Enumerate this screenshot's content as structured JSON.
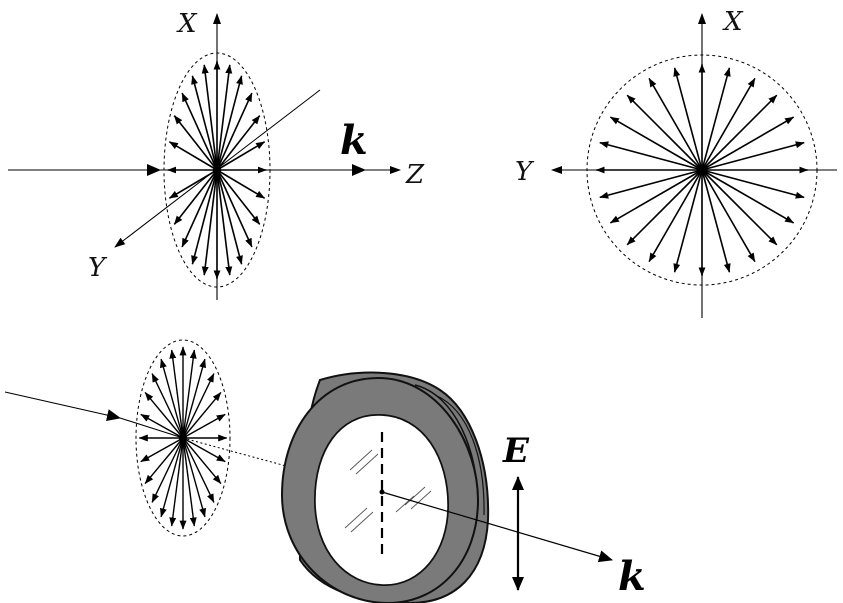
{
  "labels": {
    "x_axis_left": "X",
    "y_axis_left": "Y",
    "z_axis_left": "Z",
    "k_left": "k",
    "x_axis_right": "X",
    "y_axis_right": "Y",
    "e_field": "E",
    "k_bottom": "k"
  },
  "colors": {
    "ink": "#000000",
    "ring_fill": "#7a7a7a",
    "ring_stroke": "#111111"
  }
}
